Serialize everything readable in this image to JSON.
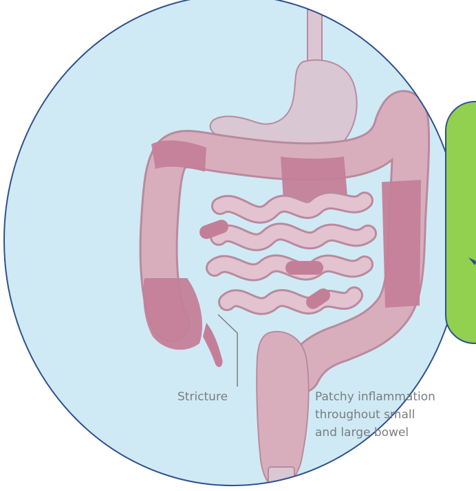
{
  "diagram": {
    "labels": {
      "stricture": "Stricture",
      "patchy_lines": [
        "Patchy inflammation",
        "throughout small",
        "and large bowel"
      ]
    },
    "colors": {
      "background": "#cfeaf5",
      "circle_outline": "#2e4f8f",
      "organ_base": "#d8aebd",
      "organ_outline": "#b98a9c",
      "inflamed": "#c47f98",
      "stomach": "#d9c7d4",
      "callout_fill": "#92d050",
      "callout_border": "#2e4f8f",
      "label_text": "#7a7d80"
    }
  }
}
